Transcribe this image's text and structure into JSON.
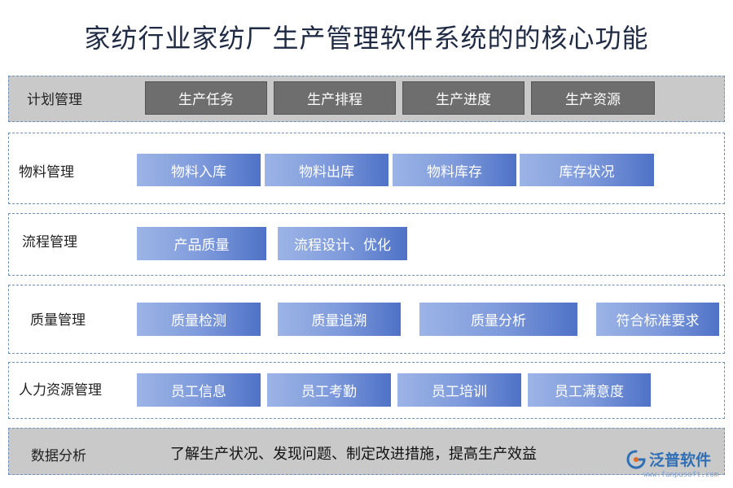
{
  "title": "家纺行业家纺厂生产管理软件系统的的核心功能",
  "rows": [
    {
      "label": "计划管理",
      "items": [
        "生产任务",
        "生产排程",
        "生产进度",
        "生产资源"
      ]
    },
    {
      "label": "物料管理",
      "items": [
        "物料入库",
        "物料出库",
        "物料库存",
        "库存状况"
      ]
    },
    {
      "label": "流程管理",
      "items": [
        "产品质量",
        "流程设计、优化"
      ]
    },
    {
      "label": "质量管理",
      "items": [
        "质量检测",
        "质量追溯",
        "质量分析",
        "符合标准要求"
      ]
    },
    {
      "label": "人力资源管理",
      "items": [
        "员工信息",
        "员工考勤",
        "员工培训",
        "员工满意度"
      ]
    },
    {
      "label": "数据分析",
      "summary": "了解生产状况、发现问题、制定改进措施，提高生产效益"
    }
  ],
  "logo": {
    "text": "泛普软件",
    "url": "www.fanpusoft.com"
  },
  "colors": {
    "gray_band": "#c9c9c9",
    "dark_chip": "#6e6e6e",
    "blue_chip": "#4f72c7",
    "border": "#6f8fbf"
  }
}
